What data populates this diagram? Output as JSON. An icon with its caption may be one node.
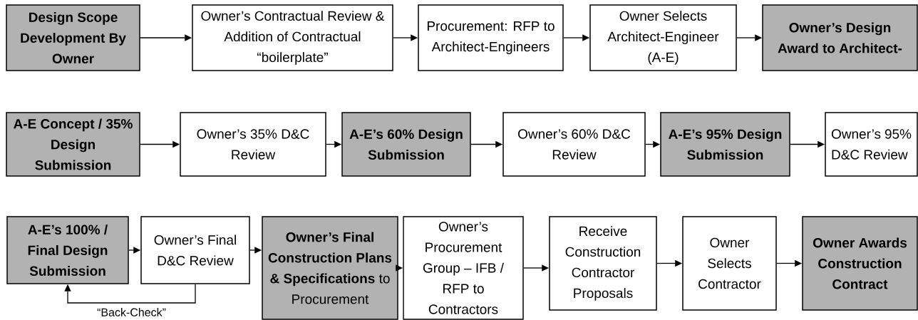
{
  "diagram": {
    "nodes": [
      {
        "text": [
          "Design Scope Development By Owner"
        ]
      },
      {
        "text": [
          "Owner’s Contractual Review & Addition of Contractual “boilerplate”"
        ]
      },
      {
        "text": [
          "Procurement: RFP to Architect-Engineers"
        ]
      },
      {
        "text": [
          "Owner Selects Architect-Engineer (A-E)"
        ]
      },
      {
        "text": [
          "Owner’s Design Award to Architect-"
        ]
      },
      {
        "text": [
          "A-E Concept / 35% Design Submission"
        ]
      },
      {
        "text": [
          "Owner’s 35% D&C Review"
        ]
      },
      {
        "text": [
          "A-E’s  60% Design Submission"
        ]
      },
      {
        "text": [
          "Owner’s 60% D&C Review"
        ]
      },
      {
        "text": [
          "A-E’s  95% Design Submission"
        ]
      },
      {
        "text": [
          "Owner’s 95% D&C Review"
        ]
      },
      {
        "text": [
          "A-E’s 100% / Final Design Submission"
        ]
      },
      {
        "text": [
          "Owner’s Final D&C Review"
        ]
      },
      {
        "text": [
          "**Owner’s Final Construction Plans & Specifications** to Procurement"
        ]
      },
      {
        "text": [
          "Owner’s Procurement Group – IFB / RFP to Contractors"
        ]
      },
      {
        "text": [
          "Receive Construction Contractor Proposals"
        ]
      },
      {
        "text": [
          "Owner Selects Contractor"
        ]
      },
      {
        "text": [
          "Owner Awards Construction Contract"
        ]
      }
    ],
    "edges": [
      {
        "from": 0,
        "to": 1,
        "arrow": "to"
      },
      {
        "from": 1,
        "to": 2,
        "arrow": "to"
      },
      {
        "from": 2,
        "to": 3,
        "arrow": "to"
      },
      {
        "from": 3,
        "to": 4,
        "arrow": "to"
      },
      {
        "from": 5,
        "to": 6,
        "arrow": "to"
      },
      {
        "from": 6,
        "to": 7,
        "arrow": "to"
      },
      {
        "from": 7,
        "to": 8,
        "arrow": "to"
      },
      {
        "from": 8,
        "to": 9,
        "arrow": "to"
      },
      {
        "from": 9,
        "to": 10,
        "arrow": "to"
      },
      {
        "from": 11,
        "to": 12,
        "arrow": "to"
      },
      {
        "from": 12,
        "to": 13,
        "arrow": "to"
      },
      {
        "from": 13,
        "to": 14,
        "arrow": "to"
      },
      {
        "from": 14,
        "to": 15,
        "arrow": "to"
      },
      {
        "from": 15,
        "to": 16,
        "arrow": "to"
      },
      {
        "from": 16,
        "to": 17,
        "arrow": "to"
      },
      {
        "from": 12,
        "to": 11,
        "arrow": "to",
        "label": "“Back-Check”"
      }
    ]
  }
}
